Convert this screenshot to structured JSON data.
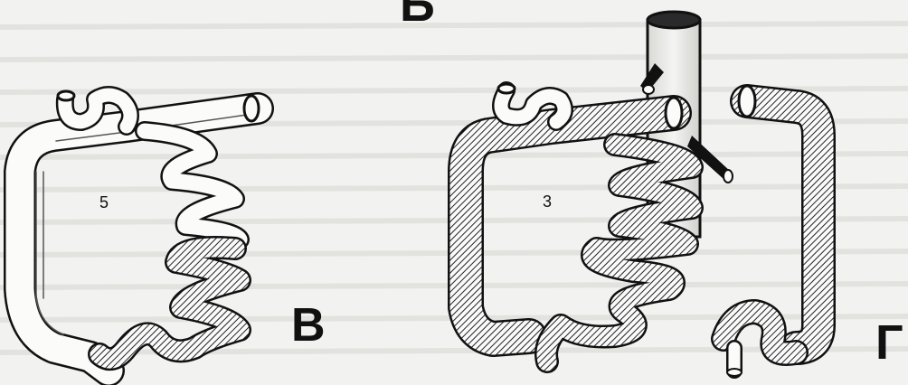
{
  "labels": {
    "top_letter": "Б",
    "left_letter": "В",
    "right_letter": "Г",
    "left_number": "5",
    "right_number": "3"
  },
  "colors": {
    "background": "#f2f2f0",
    "ink": "#111111",
    "hatch": "#222222",
    "vessel_fill": "#e6e6e3"
  }
}
